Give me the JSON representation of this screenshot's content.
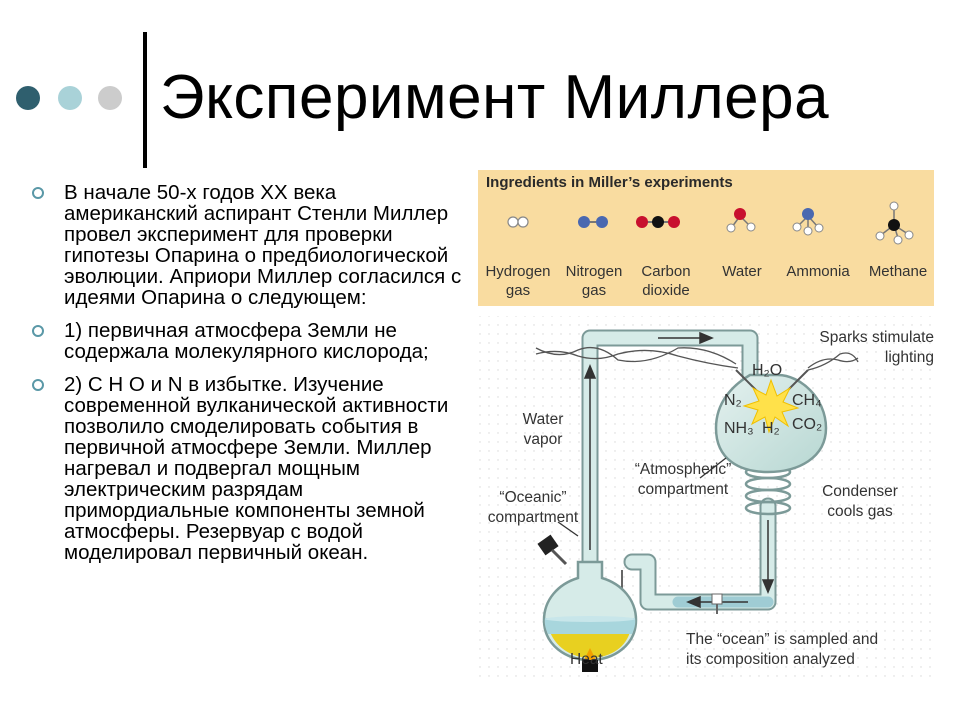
{
  "title": "Эксперимент Миллера",
  "colors": {
    "dot1": "#2f5f6e",
    "dot2": "#a9d2d8",
    "dot3": "#cccccc",
    "bullet": "#5a98a7"
  },
  "bullets": [
    "В начале 50-х годов XX века американский аспирант Стенли Миллер провел эксперимент для проверки гипотезы Опарина о предбиологической эволюции. Априори Миллер согласился с идеями Опарина о следующем:",
    "1) первичная атмосфера Земли не содержала молекулярного кислорода;",
    "2) С Н О и N в избытке. Изучение современной вулканической активности позволило смоделировать события в первичной атмосфере Земли. Миллер нагревал и подвергал мощным электрическим разрядам примордиальные компоненты земной атмосферы. Резервуар с водой моделировал первичный океан."
  ],
  "figure": {
    "ingredients_title": "Ingredients in Miller’s experiments",
    "ingredients": [
      {
        "name_line1": "Hydrogen",
        "name_line2": "gas",
        "icon": "hydrogen-molecule-icon"
      },
      {
        "name_line1": "Nitrogen",
        "name_line2": "gas",
        "icon": "nitrogen-molecule-icon"
      },
      {
        "name_line1": "Carbon",
        "name_line2": "dioxide",
        "icon": "carbon-dioxide-molecule-icon"
      },
      {
        "name_line1": "Water",
        "name_line2": "",
        "icon": "water-molecule-icon"
      },
      {
        "name_line1": "Ammonia",
        "name_line2": "",
        "icon": "ammonia-molecule-icon"
      },
      {
        "name_line1": "Methane",
        "name_line2": "",
        "icon": "methane-molecule-icon"
      }
    ],
    "labels": {
      "sparks_line1": "Sparks stimulate",
      "sparks_line2": "lighting",
      "water_vapor_line1": "Water",
      "water_vapor_line2": "vapor",
      "atmospheric_line1": "“Atmospheric”",
      "atmospheric_line2": "compartment",
      "oceanic_line1": "“Oceanic”",
      "oceanic_line2": "compartment",
      "condenser_line1": "Condenser",
      "condenser_line2": "cools gas",
      "ocean_line1": "The “ocean” is sampled and",
      "ocean_line2": "its composition analyzed",
      "heat": "Heat"
    },
    "chemicals": {
      "h2o": "H₂O",
      "n2": "N₂",
      "ch4": "CH₄",
      "nh3": "NH₃",
      "h2": "H₂",
      "co2": "CO₂"
    }
  }
}
